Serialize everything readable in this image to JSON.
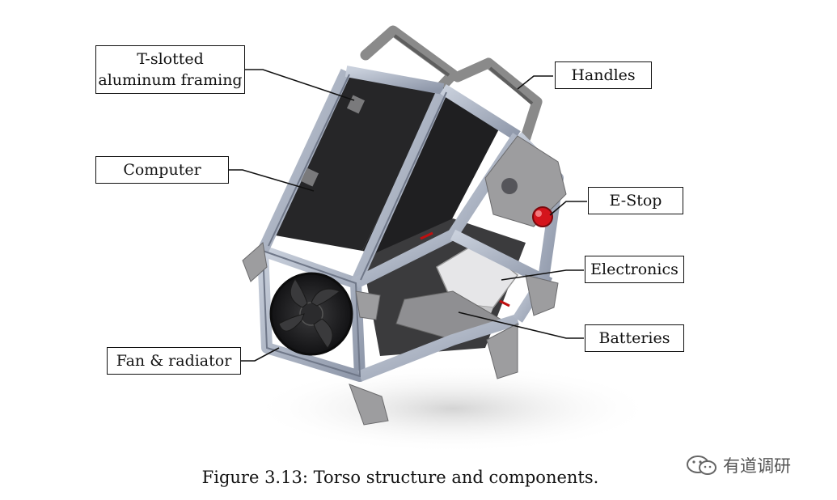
{
  "labels": {
    "framing": "T-slotted\naluminum framing",
    "handles": "Handles",
    "computer": "Computer",
    "estop": "E-Stop",
    "electronics": "Electronics",
    "batteries": "Batteries",
    "fan": "Fan & radiator"
  },
  "caption": "Figure 3.13: Torso structure and components.",
  "watermark": "有道调研",
  "colors": {
    "frame": "#a9b2c4",
    "frame_dark": "#6f7788",
    "panel": "#2a2a2c",
    "estop": "#d4141c",
    "handle": "#8c8c8c",
    "bracket": "#9b9b9b"
  }
}
